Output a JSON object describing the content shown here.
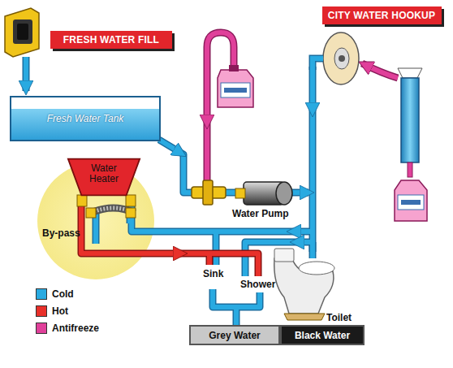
{
  "diagram": {
    "nodes": [
      {
        "text": [
          "FRESH WATER FILL"
        ]
      },
      {
        "text": [
          "CITY WATER HOOKUP"
        ]
      },
      {
        "text": [
          "Fresh Water Tank"
        ]
      },
      {
        "text": [
          "Water Heater"
        ]
      },
      {
        "text": [
          "Grey Water"
        ]
      },
      {
        "text": [
          "Black Water"
        ]
      }
    ],
    "labels": [
      "Water Pump",
      "By-pass",
      "Sink",
      "Shower",
      "Toilet"
    ],
    "legend": [
      {
        "text": "Cold",
        "color": "#29aae1"
      },
      {
        "text": "Hot",
        "color": "#e8302a"
      },
      {
        "text": "Antifreeze",
        "color": "#e0409a"
      }
    ]
  }
}
